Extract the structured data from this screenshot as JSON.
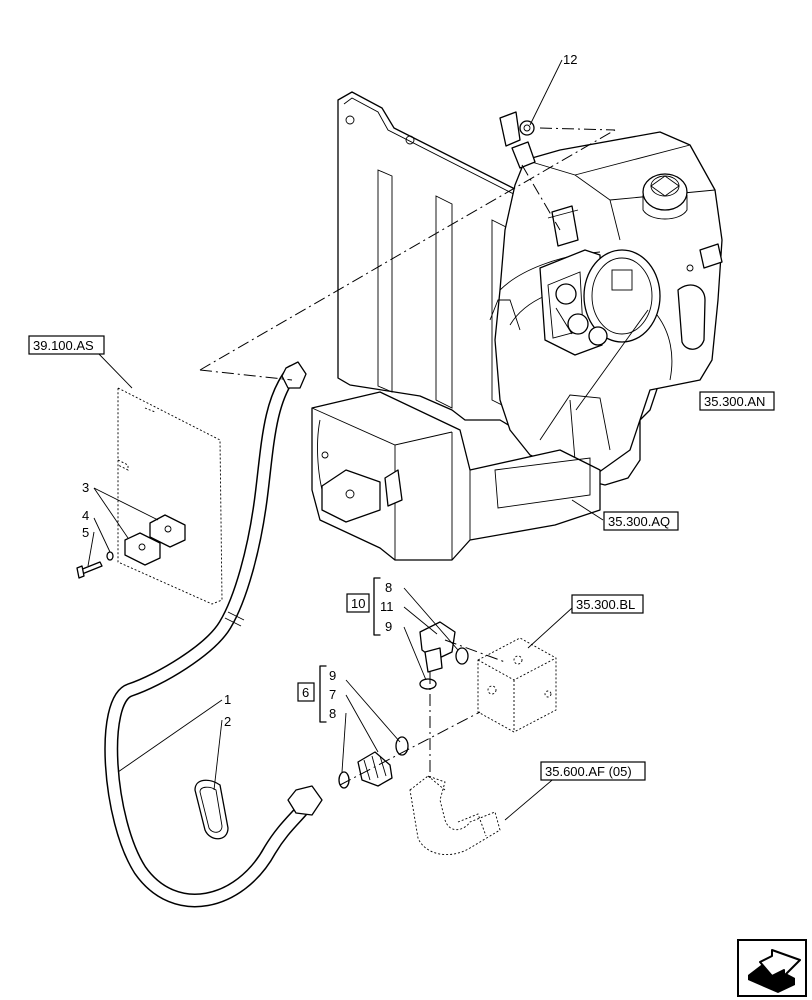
{
  "callouts": {
    "c1": "1",
    "c2": "2",
    "c3": "3",
    "c4": "4",
    "c5": "5",
    "c6_7": "7",
    "c6_8": "8",
    "c6_9": "9",
    "c10_8": "8",
    "c10_9": "9",
    "c10_11": "11",
    "c12": "12"
  },
  "groups": {
    "g6": "6",
    "g10": "10"
  },
  "references": {
    "r_39_100_as": "39.100.AS",
    "r_35_300_an": "35.300.AN",
    "r_35_300_aq": "35.300.AQ",
    "r_35_300_bl": "35.300.BL",
    "r_35_600_af": "35.600.AF (05)"
  },
  "icons": {
    "nav": "next-page-arrow-icon"
  }
}
